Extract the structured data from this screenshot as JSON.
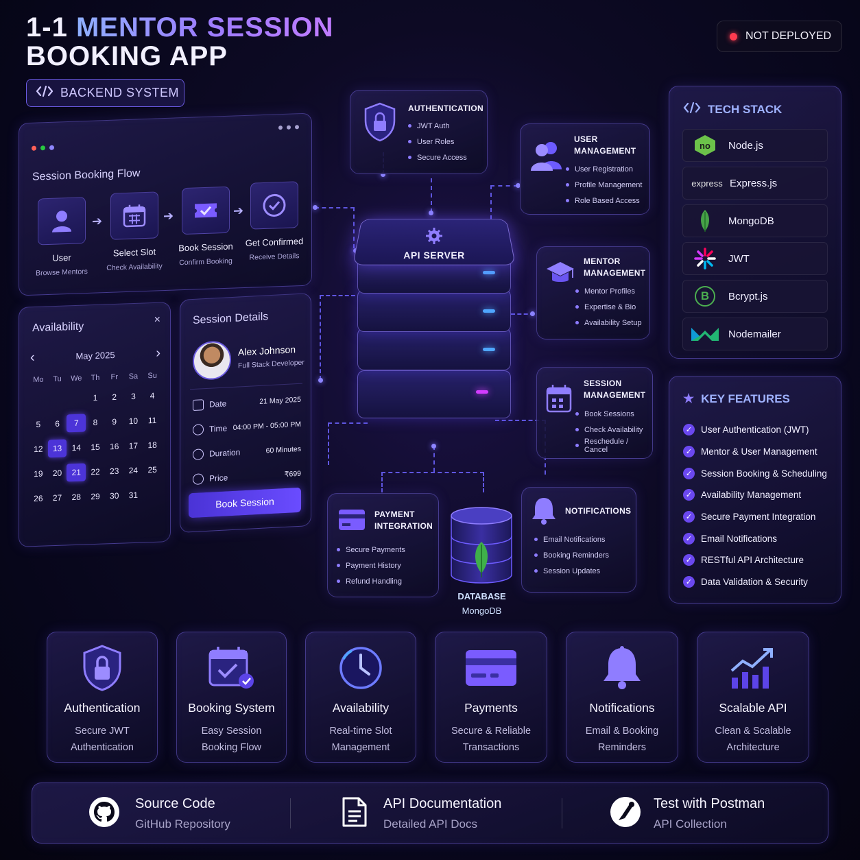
{
  "header": {
    "title_part1": "1-1",
    "title_part2": "MENTOR SESSION",
    "title_line2": "BOOKING APP",
    "backend_badge": "BACKEND SYSTEM",
    "status": "NOT DEPLOYED",
    "status_color": "#ff3b4f"
  },
  "flow": {
    "title": "Session Booking Flow",
    "steps": [
      {
        "label": "User",
        "sub": "Browse Mentors",
        "icon": "user-icon"
      },
      {
        "label": "Select Slot",
        "sub": "Check Availability",
        "icon": "calendar-icon"
      },
      {
        "label": "Book Session",
        "sub": "Confirm Booking",
        "icon": "ticket-icon"
      },
      {
        "label": "Get Confirmed",
        "sub": "Receive Details",
        "icon": "check-circle-icon"
      }
    ]
  },
  "availability": {
    "title": "Availability",
    "close": "×",
    "month": "May 2025",
    "prev": "‹",
    "next": "›",
    "weekdays": [
      "Mo",
      "Tu",
      "We",
      "Th",
      "Fr",
      "Sa",
      "Su"
    ],
    "days": [
      "",
      "",
      "",
      "1",
      "2",
      "3",
      "4",
      "5",
      "6",
      "7",
      "8",
      "9",
      "10",
      "11",
      "12",
      "13",
      "14",
      "15",
      "16",
      "17",
      "18",
      "19",
      "20",
      "21",
      "22",
      "23",
      "24",
      "25",
      "26",
      "27",
      "28",
      "29",
      "30",
      "31",
      ""
    ],
    "selected": [
      "7",
      "13",
      "21"
    ]
  },
  "details": {
    "title": "Session Details",
    "name": "Alex Johnson",
    "role": "Full Stack Developer",
    "rows": [
      {
        "label": "Date",
        "value": "21 May 2025",
        "icon": "calendar-icon"
      },
      {
        "label": "Time",
        "value": "04:00 PM - 05:00 PM",
        "icon": "clock-icon"
      },
      {
        "label": "Duration",
        "value": "60 Minutes",
        "icon": "timer-icon"
      },
      {
        "label": "Price",
        "value": "₹699",
        "icon": "rupee-icon"
      }
    ],
    "button": "Book Session"
  },
  "modules": {
    "auth": {
      "title": "AUTHENTICATION",
      "items": [
        "JWT Auth",
        "User Roles",
        "Secure Access"
      ]
    },
    "user": {
      "title_1": "USER",
      "title_2": "MANAGEMENT",
      "items": [
        "User Registration",
        "Profile Management",
        "Role Based Access"
      ]
    },
    "mentor": {
      "title_1": "MENTOR",
      "title_2": "MANAGEMENT",
      "items": [
        "Mentor Profiles",
        "Expertise & Bio",
        "Availability Setup"
      ]
    },
    "session": {
      "title_1": "SESSION",
      "title_2": "MANAGEMENT",
      "items": [
        "Book Sessions",
        "Check Availability",
        "Reschedule / Cancel"
      ]
    },
    "payment": {
      "title_1": "PAYMENT",
      "title_2": "INTEGRATION",
      "items": [
        "Secure Payments",
        "Payment History",
        "Refund Handling"
      ]
    },
    "notif": {
      "title": "NOTIFICATIONS",
      "items": [
        "Email Notifications",
        "Booking Reminders",
        "Session Updates"
      ]
    }
  },
  "server": {
    "label": "API SERVER"
  },
  "database": {
    "label": "DATABASE",
    "sub": "MongoDB"
  },
  "tech_stack": {
    "title": "TECH STACK",
    "items": [
      {
        "name": "Node.js",
        "icon": "nodejs-logo",
        "color": "#6cc24a"
      },
      {
        "name": "Express.js",
        "icon": "express-logo",
        "logo_text": "express",
        "color": "#e0e0e0"
      },
      {
        "name": "MongoDB",
        "icon": "mongodb-logo",
        "color": "#47a248"
      },
      {
        "name": "JWT",
        "icon": "jwt-logo",
        "color": "#d63aff"
      },
      {
        "name": "Bcrypt.js",
        "icon": "bcrypt-logo",
        "logo_text": "B",
        "color": "#4caf50"
      },
      {
        "name": "Nodemailer",
        "icon": "nodemailer-logo",
        "color": "#22b573"
      }
    ]
  },
  "features": {
    "title": "KEY FEATURES",
    "items": [
      "User Authentication (JWT)",
      "Mentor & User Management",
      "Session Booking & Scheduling",
      "Availability Management",
      "Secure Payment Integration",
      "Email Notifications",
      "RESTful API Architecture",
      "Data Validation & Security"
    ]
  },
  "cards": [
    {
      "title": "Authentication",
      "sub1": "Secure JWT",
      "sub2": "Authentication",
      "icon": "shield-lock-icon"
    },
    {
      "title": "Booking System",
      "sub1": "Easy Session",
      "sub2": "Booking Flow",
      "icon": "calendar-check-icon"
    },
    {
      "title": "Availability",
      "sub1": "Real-time Slot",
      "sub2": "Management",
      "icon": "clock-icon"
    },
    {
      "title": "Payments",
      "sub1": "Secure & Reliable",
      "sub2": "Transactions",
      "icon": "credit-card-icon"
    },
    {
      "title": "Notifications",
      "sub1": "Email & Booking",
      "sub2": "Reminders",
      "icon": "bell-icon"
    },
    {
      "title": "Scalable API",
      "sub1": "Clean & Scalable",
      "sub2": "Architecture",
      "icon": "growth-chart-icon"
    }
  ],
  "links": [
    {
      "title": "Source Code",
      "sub": "GitHub Repository",
      "icon": "github-icon"
    },
    {
      "title": "API Documentation",
      "sub": "Detailed API Docs",
      "icon": "document-icon"
    },
    {
      "title": "Test with Postman",
      "sub": "API Collection",
      "icon": "postman-icon"
    }
  ],
  "colors": {
    "accent": "#6b48f0",
    "accent_light": "#9c7dff",
    "background": "#07061a"
  }
}
